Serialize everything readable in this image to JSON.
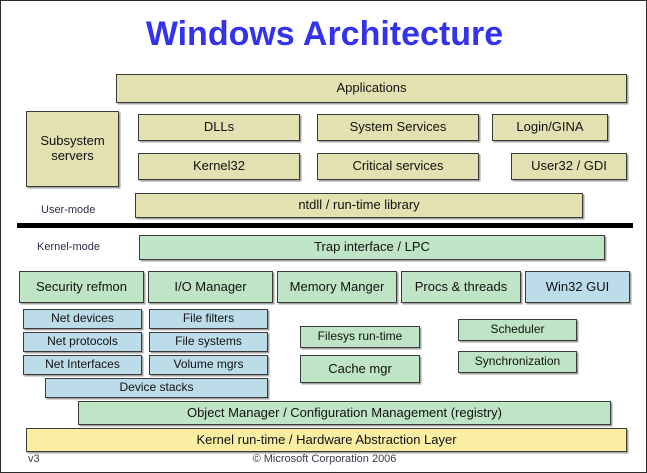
{
  "slide": {
    "title": "Windows Architecture",
    "version": "v3",
    "copyright": "© Microsoft Corporation 2006",
    "user_mode_label": "User-mode",
    "kernel_mode_label": "Kernel-mode"
  },
  "colors": {
    "title": "#3333ee",
    "khaki": "#e3e1b2",
    "green": "#bfe5c6",
    "blue": "#bcdcea",
    "yellow": "#faeea2",
    "border": "#3a3a3a",
    "divider": "#000000",
    "mode_label_text": "#2c2c4a"
  },
  "user_mode": {
    "applications": "Applications",
    "subsystem_servers": "Subsystem servers",
    "dlls": "DLLs",
    "system_services": "System Services",
    "login_gina": "Login/GINA",
    "kernel32": "Kernel32",
    "critical_services": "Critical services",
    "user32_gdi": "User32 / GDI",
    "ntdll": "ntdll / run-time library"
  },
  "kernel_mode": {
    "trap_interface": "Trap interface / LPC",
    "managers": [
      {
        "label": "Security refmon",
        "color": "green"
      },
      {
        "label": "I/O Manager",
        "color": "green"
      },
      {
        "label": "Memory Manger",
        "color": "green"
      },
      {
        "label": "Procs & threads",
        "color": "green"
      },
      {
        "label": "Win32 GUI",
        "color": "blue"
      }
    ],
    "net_column": [
      "Net devices",
      "Net protocols",
      "Net Interfaces"
    ],
    "file_column": [
      "File filters",
      "File systems",
      "Volume mgrs"
    ],
    "device_stacks": "Device stacks",
    "filesys_runtime": "Filesys run-time",
    "cache_mgr": "Cache mgr",
    "scheduler": "Scheduler",
    "synchronization": "Synchronization",
    "object_manager": "Object Manager / Configuration Management (registry)",
    "hal": "Kernel run-time / Hardware Abstraction Layer"
  }
}
